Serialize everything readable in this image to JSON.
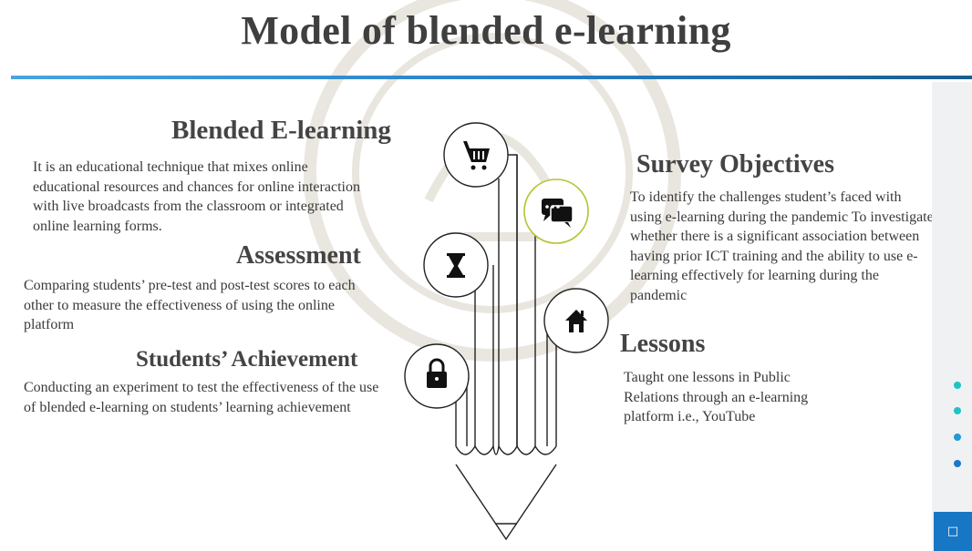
{
  "slide": {
    "title": "Model of blended e-learning"
  },
  "sections": {
    "blended": {
      "heading": "Blended E-learning",
      "text": "It is an educational technique that mixes online educational resources and chances for online interaction with live broadcasts from the classroom or integrated online learning forms."
    },
    "assessment": {
      "heading": "Assessment",
      "text": "Comparing students’ pre-test and post-test scores to each other to measure the effectiveness of using the online platform"
    },
    "achievement": {
      "heading": "Students’ Achievement",
      "text": "Conducting an experiment to test the effectiveness of the use of blended e-learning on students’ learning achievement"
    },
    "objectives": {
      "heading": "Survey Objectives",
      "text": "To identify the challenges student’s faced with using e-learning during the pandemic To investigate whether there is a significant association between having prior ICT training and the ability to use e-learning effectively for learning during the pandemic"
    },
    "lessons": {
      "heading": "Lessons",
      "text": "Taught one lessons in Public Relations through an e-learning platform i.e., YouTube"
    }
  },
  "icons": [
    "cart-icon",
    "chat-icon",
    "hourglass-icon",
    "home-icon",
    "lock-icon"
  ],
  "colors": {
    "accent": "#2a7fc4",
    "chat_ring": "#b5c334",
    "side_button": "#1877c5",
    "dot_teal": "#1fc3c3",
    "dot_blue": "#1f77c4"
  },
  "side_controls": {
    "button_icon": "□"
  }
}
